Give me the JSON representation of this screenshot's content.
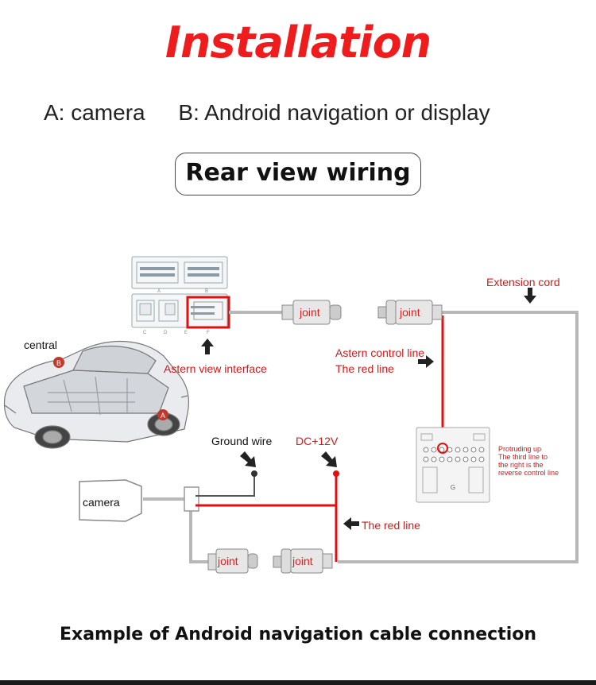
{
  "title": "Installation",
  "legend": {
    "a": "A: camera",
    "b": "B: Android navigation or display"
  },
  "section_title": "Rear view wiring",
  "labels": {
    "extension_cord": "Extension cord",
    "central": "central",
    "astern_view_interface": "Astern view interface",
    "astern_control_line": "Astern control line",
    "the_red_line_1": "The red line",
    "ground_wire": "Ground wire",
    "dc12v": "DC+12V",
    "camera": "camera",
    "the_red_line_2": "The red line",
    "protruding_1": "Protruding up",
    "protruding_2": "The third line to",
    "protruding_3": "the right is the",
    "protruding_4": "reverse control line",
    "connector_g": "G",
    "car_marker_a": "A",
    "car_marker_b": "B"
  },
  "joints": [
    "joint",
    "joint",
    "joint",
    "joint"
  ],
  "footer": "Example of Android navigation cable connection",
  "colors": {
    "title_red": "#ee1c1c",
    "wire_red": "#e01010",
    "cable_gray": "#b8b8b8"
  }
}
